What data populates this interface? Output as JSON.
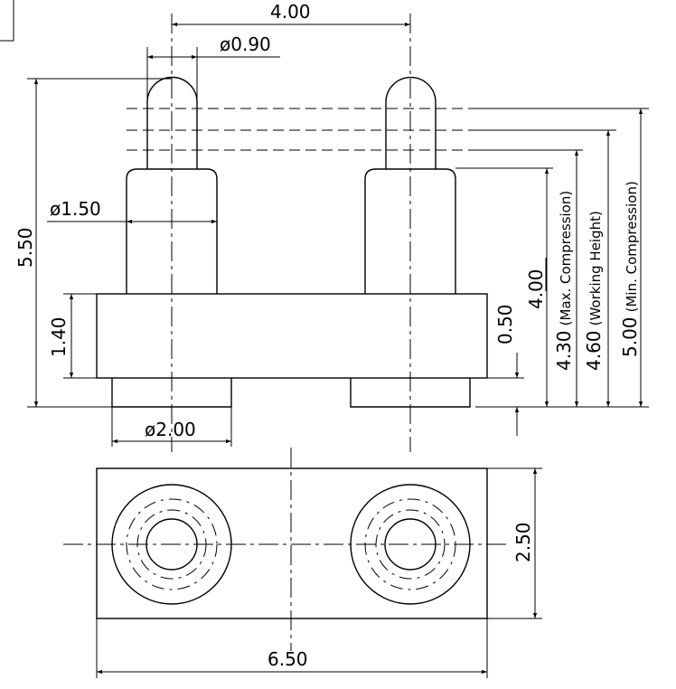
{
  "dimensions": {
    "pin_spacing": "4.00",
    "tip_diameter": "ø0.90",
    "barrel_diameter": "ø1.50",
    "base_diameter": "ø2.00",
    "total_height": "5.50",
    "body_height": "1.40",
    "foot_height": "0.50",
    "barrel_height": "4.00",
    "max_compression": "4.30",
    "max_compression_label": "(Max. Compression)",
    "working_height": "4.60",
    "working_height_label": "(Working Height)",
    "min_compression": "5.00",
    "min_compression_label": "(Min. Compression)",
    "body_width": "6.50",
    "body_depth": "2.50"
  }
}
